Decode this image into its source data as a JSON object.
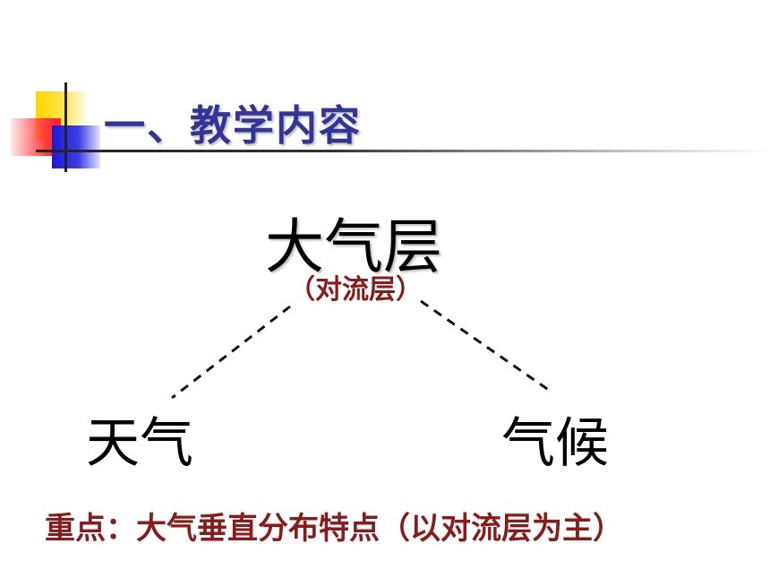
{
  "slide": {
    "title": "一、教学内容",
    "diagram": {
      "root": "大气层",
      "root_note": "（对流层）",
      "left_child": "天气",
      "right_child": "气候"
    },
    "emphasis": "重点：大气垂直分布特点（以对流层为主）"
  },
  "colors": {
    "title": "#33339a",
    "emphasis": "#8b1a1a",
    "ornament_yellow": "#ffd500",
    "ornament_red": "#ff3b3b",
    "ornament_blue": "#1a1ad8"
  }
}
